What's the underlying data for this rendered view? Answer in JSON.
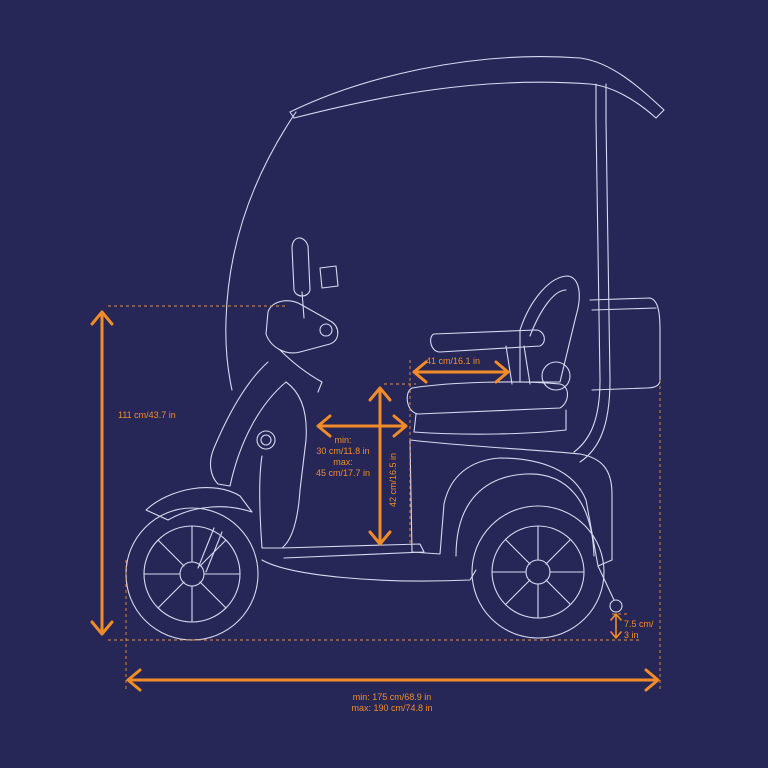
{
  "colors": {
    "background": "#262757",
    "accent": "#F28C28",
    "outline": "#D8DAF0",
    "dashed": "#F28C28"
  },
  "dimensions": {
    "height": "111 cm/43.7 in",
    "seat_depth": "41 cm/16.1 in",
    "floor_min_label": "min:",
    "floor_min_value": "30 cm/11.8 in",
    "floor_max_label": "max:",
    "floor_max_value": "45 cm/17.7 in",
    "seat_height": "42 cm/16.5 in",
    "ground_clearance_line1": "7.5 cm/",
    "ground_clearance_line2": "3 in",
    "length_min": "min: 175 cm/68.9 in",
    "length_max": "max: 190 cm/74.8 in"
  }
}
